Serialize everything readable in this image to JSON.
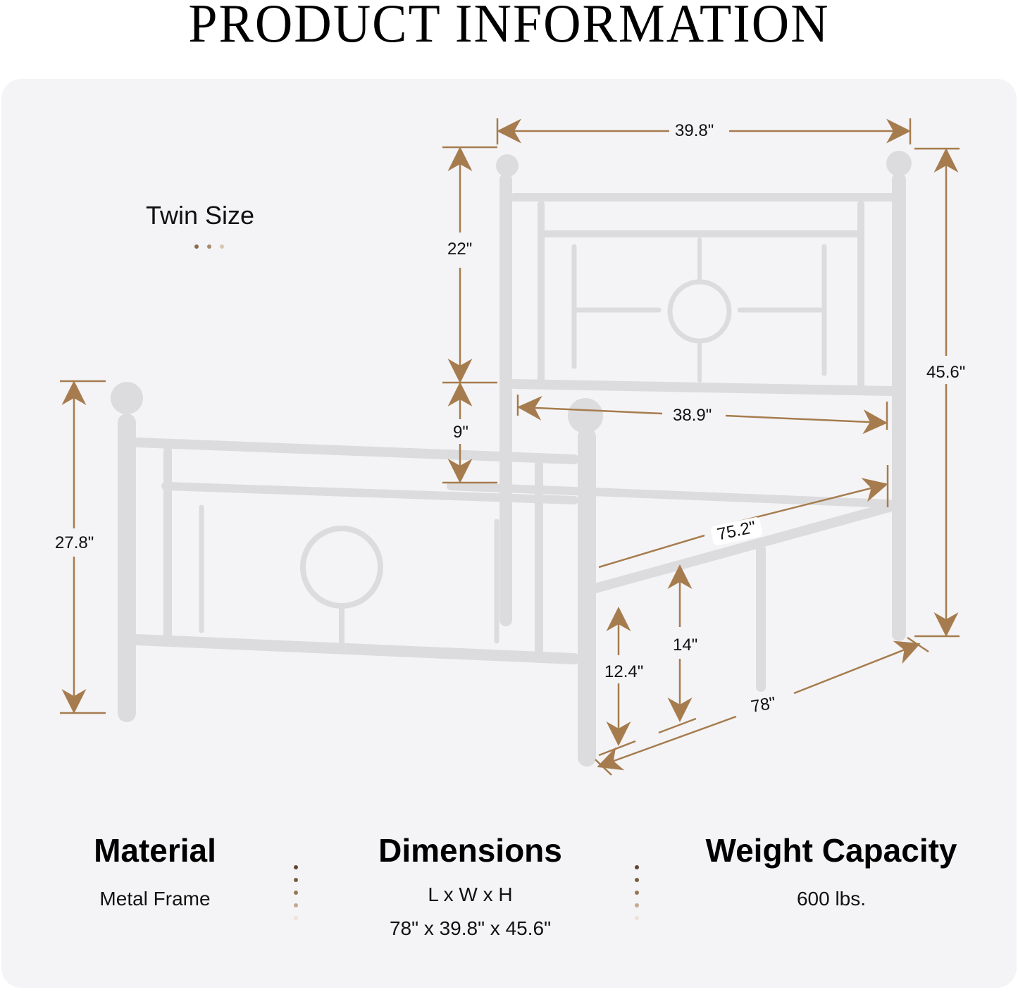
{
  "title": "PRODUCT INFORMATION",
  "size_label": "Twin Size",
  "colors": {
    "accent": "#a67c4e",
    "panel_bg": "#f4f4f6",
    "frame": "#dcdcde",
    "dots": [
      "#8a6a4a",
      "#a68a6c",
      "#d9c6b0"
    ],
    "dots5": [
      "#5e4630",
      "#7a5c40",
      "#967656",
      "#c4a98c",
      "#ece3d8"
    ]
  },
  "dimensions_diagram": {
    "headboard_width": "39.8\"",
    "headboard_height": "22\"",
    "headboard_gap": "9\"",
    "inner_width": "38.9\"",
    "total_height": "45.6\"",
    "footboard_height": "27.8\"",
    "inner_length": "75.2\"",
    "clearance_14": "14\"",
    "clearance_124": "12.4\"",
    "total_length": "78\""
  },
  "specs": [
    {
      "heading": "Material",
      "lines": [
        "Metal Frame"
      ]
    },
    {
      "heading": "Dimensions",
      "lines": [
        "L x W x H",
        "78\" x 39.8\" x 45.6\""
      ]
    },
    {
      "heading": "Weight Capacity",
      "lines": [
        "600 lbs."
      ]
    }
  ]
}
